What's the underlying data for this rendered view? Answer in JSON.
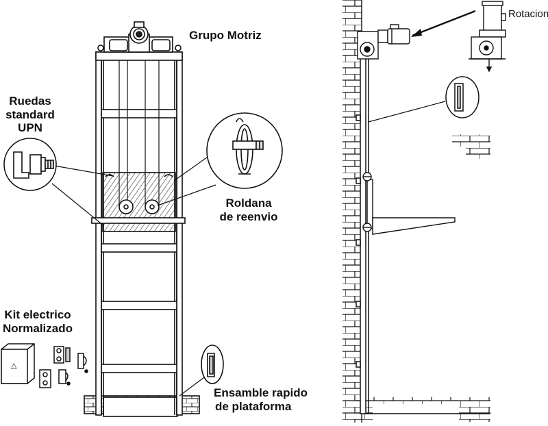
{
  "labels": {
    "grupo_motriz": "Grupo Motriz",
    "ruedas_line1": "Ruedas",
    "ruedas_line2": "standard",
    "ruedas_line3": "UPN",
    "roldana_line1": "Roldana",
    "roldana_line2": "de reenvio",
    "kit_line1": "Kit electrico",
    "kit_line2": "Normalizado",
    "ensamble_line1": "Ensamble rapido",
    "ensamble_line2": "de plataforma",
    "rotacion": "Rotacion"
  },
  "symbols": {
    "box_triangle": "△"
  },
  "colors": {
    "stroke": "#1a1a1a",
    "fill_light": "#ffffff",
    "fill_grey": "#d6d6d6",
    "hatch": "#555555"
  }
}
